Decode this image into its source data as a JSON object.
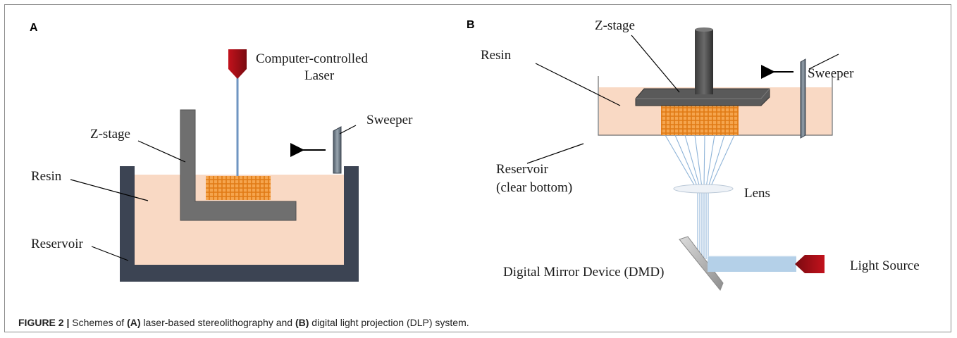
{
  "panel_a": {
    "letter": "A",
    "labels": {
      "laser_line1": "Computer-controlled",
      "laser_line2": "Laser",
      "sweeper": "Sweeper",
      "zstage": "Z-stage",
      "resin": "Resin",
      "reservoir": "Reservoir"
    }
  },
  "panel_b": {
    "letter": "B",
    "labels": {
      "zstage": "Z-stage",
      "resin": "Resin",
      "sweeper": "Sweeper",
      "reservoir_line1": "Reservoir",
      "reservoir_line2": "(clear bottom)",
      "lens": "Lens",
      "dmd": "Digital Mirror Device (DMD)",
      "light_source": "Light Source"
    }
  },
  "caption": {
    "figure_label": "FIGURE 2 |",
    "t1": " Schemes of ",
    "a": "(A)",
    "t2": " laser-based stereolithography and ",
    "b": "(B)",
    "t3": " digital light projection (DLP) system."
  },
  "colors": {
    "resin": "#f9d9c4",
    "reservoir_dark": "#3c4453",
    "stage_gray": "#6f6f6f",
    "print_orange": "#f29a3a",
    "laser_red": "#a8111a",
    "beam_blue": "#8fb4d8"
  }
}
